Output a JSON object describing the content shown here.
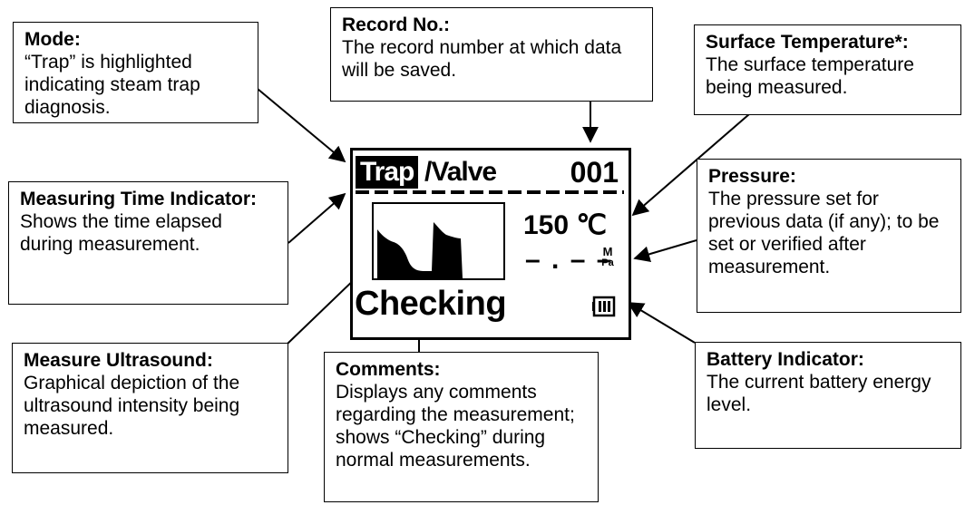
{
  "callouts": {
    "mode": {
      "title": "Mode:",
      "body": "“Trap” is highlighted indicating steam trap diagnosis."
    },
    "record": {
      "title": "Record No.:",
      "body": "The record number at which data will be saved."
    },
    "surface_temp": {
      "title": "Surface Temperature*:",
      "body": "The surface temperature being measured."
    },
    "measuring_time": {
      "title": "Measuring Time Indicator:",
      "body": "Shows the time elapsed during measurement."
    },
    "pressure": {
      "title": "Pressure:",
      "body": "The pressure set for previous data (if any); to be set or verified after measurement."
    },
    "ultrasound": {
      "title": "Measure Ultrasound:",
      "body": "Graphical depiction of the ultrasound intensity being measured."
    },
    "comments": {
      "title": "Comments:",
      "body": "Displays any comments regarding the measurement; shows “Checking” during normal measurements."
    },
    "battery": {
      "title": "Battery Indicator:",
      "body": "The current battery energy level."
    }
  },
  "screen": {
    "mode_selected": "Trap",
    "mode_other": "/Valve",
    "record_no": "001",
    "temperature": "150 ℃",
    "pressure": "– . – –",
    "pressure_unit_top": "M",
    "pressure_unit_bottom": "Pa",
    "status": "Checking",
    "battery_icon": "battery-full-icon"
  },
  "colors": {
    "line": "#000000",
    "background": "#ffffff"
  }
}
